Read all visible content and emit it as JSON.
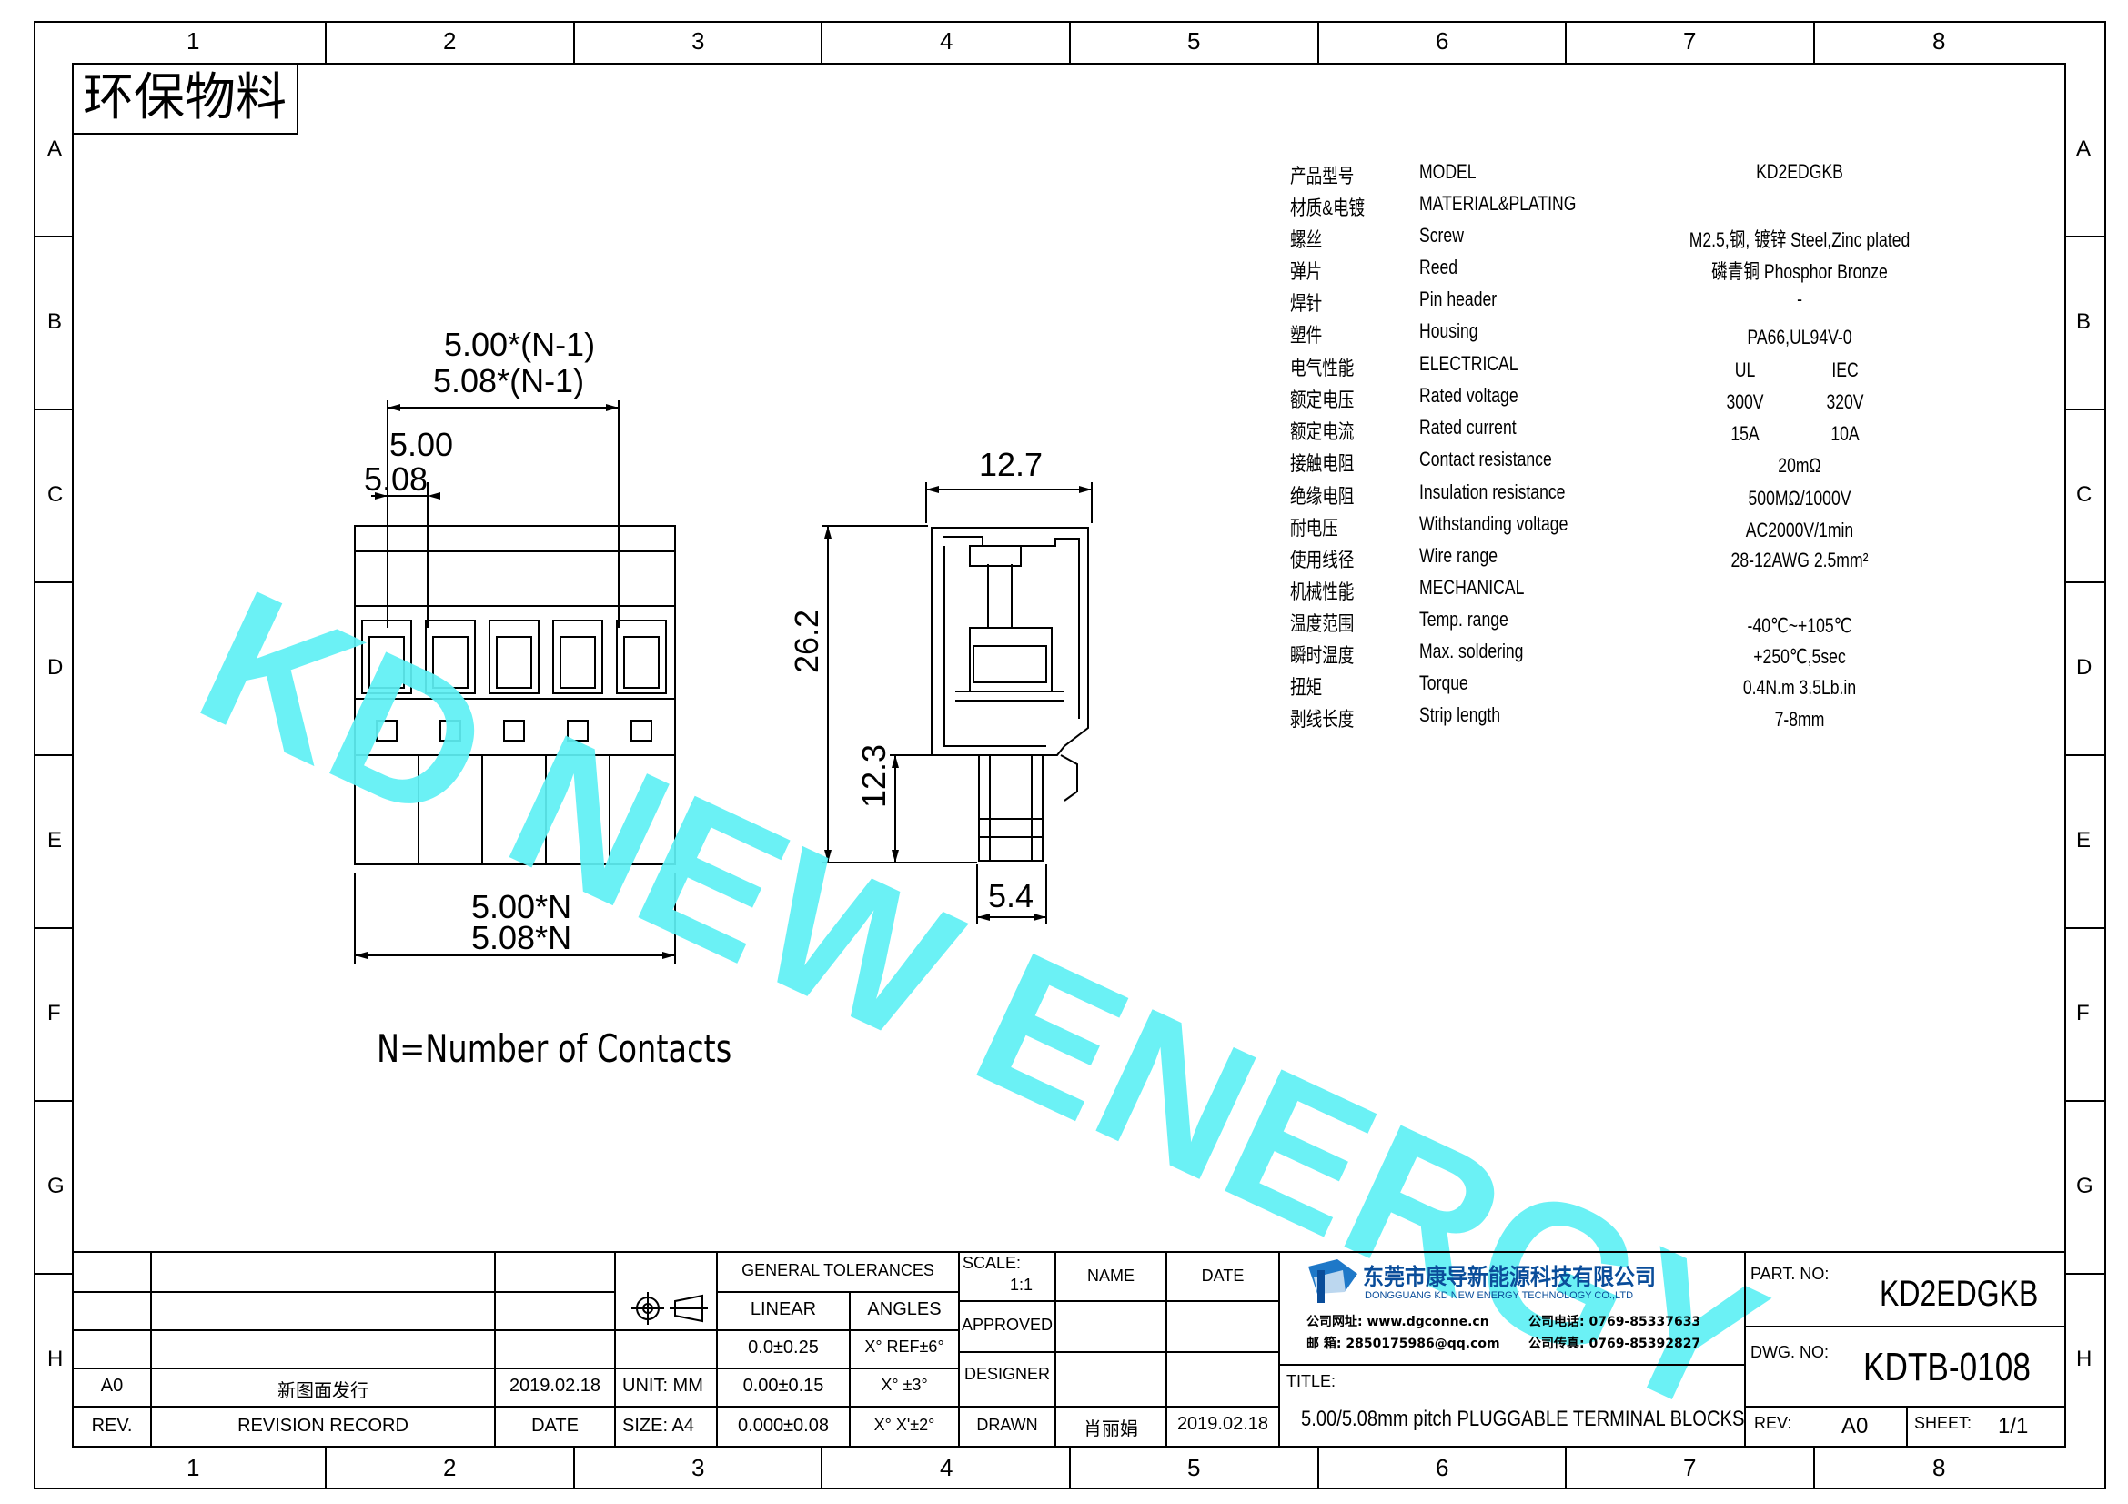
{
  "frame": {
    "columns": [
      "1",
      "2",
      "3",
      "4",
      "5",
      "6",
      "7",
      "8"
    ],
    "rows": [
      "A",
      "B",
      "C",
      "D",
      "E",
      "F",
      "G",
      "H"
    ]
  },
  "stamp": "环保物料",
  "watermark": "KD NEW ENERGY",
  "specs": [
    {
      "cn": "产品型号",
      "en": "MODEL",
      "value": "KD2EDGKB"
    },
    {
      "cn": "材质&电镀",
      "en": "MATERIAL&PLATING",
      "value": ""
    },
    {
      "cn": "螺丝",
      "en": "Screw",
      "value": "M2.5,钢, 镀锌 Steel,Zinc plated"
    },
    {
      "cn": "弹片",
      "en": "Reed",
      "value": "磷青铜 Phosphor Bronze"
    },
    {
      "cn": "焊针",
      "en": "Pin header",
      "value": "-"
    },
    {
      "cn": "塑件",
      "en": "Housing",
      "value": "PA66,UL94V-0"
    },
    {
      "cn": "电气性能",
      "en": "ELECTRICAL",
      "ul": "UL",
      "iec": "IEC"
    },
    {
      "cn": "额定电压",
      "en": "Rated voltage",
      "ul": "300V",
      "iec": "320V"
    },
    {
      "cn": "额定电流",
      "en": "Rated current",
      "ul": "15A",
      "iec": "10A"
    },
    {
      "cn": "接触电阻",
      "en": "Contact resistance",
      "value": "20mΩ"
    },
    {
      "cn": "绝缘电阻",
      "en": "Insulation resistance",
      "value": "500MΩ/1000V"
    },
    {
      "cn": "耐电压",
      "en": "Withstanding voltage",
      "value": "AC2000V/1min"
    },
    {
      "cn": "使用线径",
      "en": "Wire range",
      "value": "28-12AWG 2.5mm²"
    },
    {
      "cn": "机械性能",
      "en": "MECHANICAL",
      "value": ""
    },
    {
      "cn": "温度范围",
      "en": "Temp. range",
      "value": "-40℃~+105℃"
    },
    {
      "cn": "瞬时温度",
      "en": "Max. soldering",
      "value": "+250℃,5sec"
    },
    {
      "cn": "扭矩",
      "en": "Torque",
      "value": "0.4N.m 3.5Lb.in"
    },
    {
      "cn": "剥线长度",
      "en": "Strip length",
      "value": "7-8mm"
    }
  ],
  "front_view": {
    "dim_pitch_top1": "5.00*(N-1)",
    "dim_pitch_top2": "5.08*(N-1)",
    "dim_single1": "5.00",
    "dim_single2": "5.08",
    "dim_bottom1": "5.00*N",
    "dim_bottom2": "5.08*N",
    "contacts": 5,
    "note": "N=Number of Contacts"
  },
  "side_view": {
    "dim_width": "12.7",
    "dim_height": "26.2",
    "dim_pin": "12.3",
    "dim_pin_width": "5.4"
  },
  "title_block": {
    "rev_row": {
      "rev": "A0",
      "record": "新图面发行",
      "date": "2019.02.18"
    },
    "rev_header": {
      "rev": "REV.",
      "record": "REVISION RECORD",
      "date": "DATE"
    },
    "unit": "UNIT: MM",
    "size": "SIZE: A4",
    "general_tolerances": "GENERAL TOLERANCES",
    "linear": "LINEAR",
    "angles": "ANGLES",
    "tol_rows": [
      {
        "linear": "0.0±0.25",
        "angle": "X° REF±6°"
      },
      {
        "linear": "0.00±0.15",
        "angle": "X° ±3°"
      },
      {
        "linear": "0.000±0.08",
        "angle": "X° X'±2°"
      }
    ],
    "scale_label": "SCALE:",
    "scale_value": "1:1",
    "name_header": "NAME",
    "date_header": "DATE",
    "approved": "APPROVED",
    "designer": "DESIGNER",
    "drawn": "DRAWN",
    "drawn_name": "肖丽娟",
    "drawn_date": "2019.02.18",
    "company_cn": "东莞市康导新能源科技有限公司",
    "company_en": "DONGGUANG KD NEW ENERGY TECHNOLOGY CO.,LTD",
    "website": "公司网址: www.dgconne.cn",
    "phone": "公司电话: 0769-85337633",
    "email": "邮    箱: 2850175986@qq.com",
    "fax": "公司传真: 0769-85392827",
    "title_label": "TITLE:",
    "title_value": "5.00/5.08mm pitch PLUGGABLE TERMINAL BLOCKS",
    "part_no_label": "PART. NO:",
    "part_no_value": "KD2EDGKB",
    "dwg_no_label": "DWG. NO:",
    "dwg_no_value": "KDTB-0108",
    "rev_label": "REV:",
    "rev_value": "A0",
    "sheet_label": "SHEET:",
    "sheet_value": "1/1"
  }
}
